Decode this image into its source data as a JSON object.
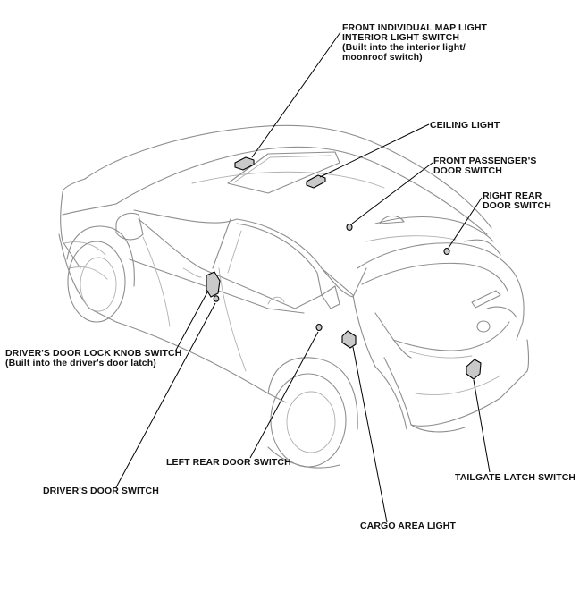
{
  "labels": {
    "map_light": [
      "FRONT INDIVIDUAL MAP LIGHT",
      "INTERIOR LIGHT SWITCH",
      "(Built into the interior light/",
      "moonroof switch)"
    ],
    "ceiling_light": [
      "CEILING LIGHT"
    ],
    "front_passenger": [
      "FRONT PASSENGER'S",
      "DOOR SWITCH"
    ],
    "right_rear": [
      "RIGHT REAR",
      "DOOR SWITCH"
    ],
    "driver_lock_knob": [
      "DRIVER'S DOOR LOCK KNOB SWITCH",
      "(Built into the driver's door latch)"
    ],
    "left_rear": [
      "LEFT REAR DOOR SWITCH"
    ],
    "driver_door": [
      "DRIVER'S DOOR SWITCH"
    ],
    "tailgate": [
      "TAILGATE LATCH SWITCH"
    ],
    "cargo": [
      "CARGO AREA LIGHT"
    ]
  },
  "colors": {
    "car_outline": "#8e8e8e",
    "leader_line": "#000000",
    "component_fill": "#c9c9c9",
    "text": "#111111"
  }
}
